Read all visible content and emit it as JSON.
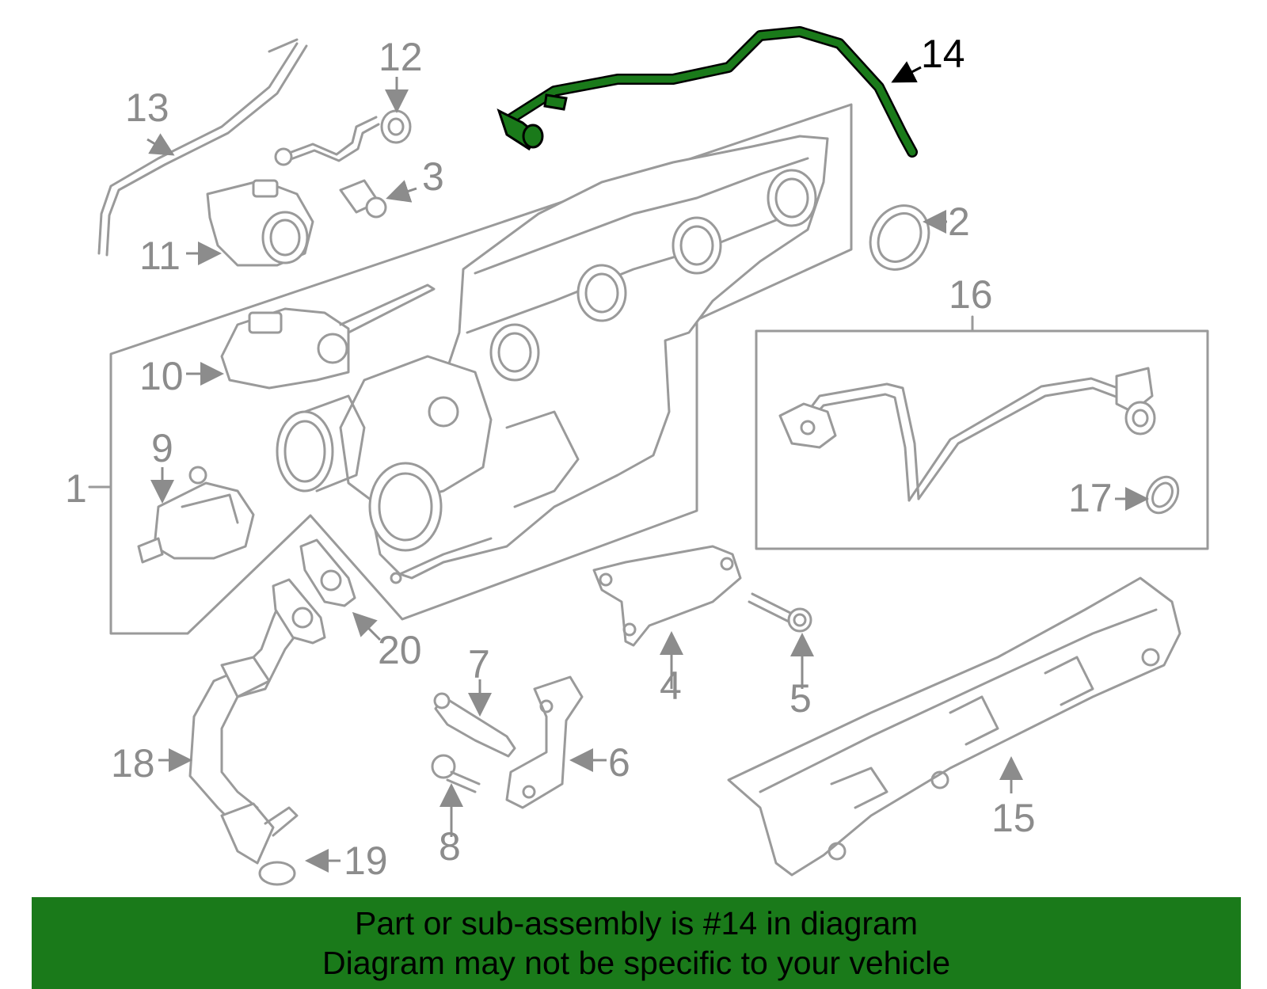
{
  "diagram": {
    "highlight_color": "#1a7a1a",
    "callouts": [
      "1",
      "2",
      "3",
      "4",
      "5",
      "6",
      "7",
      "8",
      "9",
      "10",
      "11",
      "12",
      "13",
      "14",
      "15",
      "16",
      "17",
      "18",
      "19",
      "20"
    ],
    "highlighted_part": "14"
  },
  "banner": {
    "line1": "Part or sub-assembly is #14 in diagram",
    "line2": "Diagram may not be specific to your vehicle",
    "background": "#1a7a1a"
  }
}
